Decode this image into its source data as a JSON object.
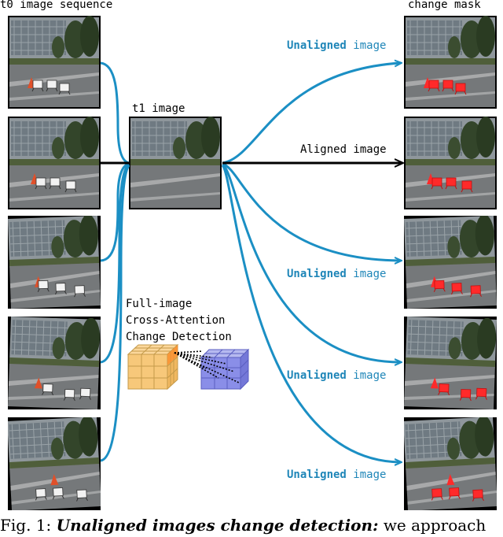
{
  "labels": {
    "t0_sequence": "t0 image sequence",
    "change_mask": "change mask",
    "t1_image": "t1 image",
    "aligned": "Aligned image",
    "unaligned_word": "Unaligned",
    "image_word": "image"
  },
  "cross_attention": [
    "Full-image",
    "Cross-Attention",
    "Change Detection"
  ],
  "caption": {
    "prefix": "Fig. 1:",
    "title": "Unaligned images change detection:",
    "rest": "we approach"
  },
  "colors": {
    "arrow_blue": "#1b8fc4",
    "mask_red": "#ff2a2a",
    "cube_orange": "#f7c87a",
    "cube_blue": "#8a8ee8"
  },
  "icons": [
    "street-scene-thumbnail",
    "traffic-cone-icon",
    "road-sign-icon",
    "feature-cube-icon"
  ]
}
